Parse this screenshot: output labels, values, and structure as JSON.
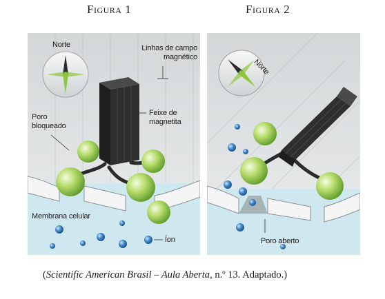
{
  "figures": [
    {
      "title": "Figura 1",
      "labels": {
        "north": "Norte",
        "field_lines": "Linhas de campo magnético",
        "magnetite": "Feixe de magnetita",
        "blocked_pore": "Poro bloqueado",
        "membrane": "Membrana celular",
        "ion": "Íon"
      }
    },
    {
      "title": "Figura 2",
      "labels": {
        "north": "Norte",
        "open_pore": "Poro aberto"
      }
    }
  ],
  "caption": {
    "open_paren": "(",
    "source_italic": "Scientific American Brasil – Aula Aberta",
    "rest": ", n.º 13. Adaptado.)"
  },
  "colors": {
    "panel_top": "#d7dbdc",
    "panel_bottom": "#eef0f1",
    "fluid": "#cfe8ef",
    "membrane": "#f7f7f7",
    "magnetite": "#2a2a2a",
    "green_sphere": "#a9d25a",
    "ion_blue": "#3f86c7"
  }
}
